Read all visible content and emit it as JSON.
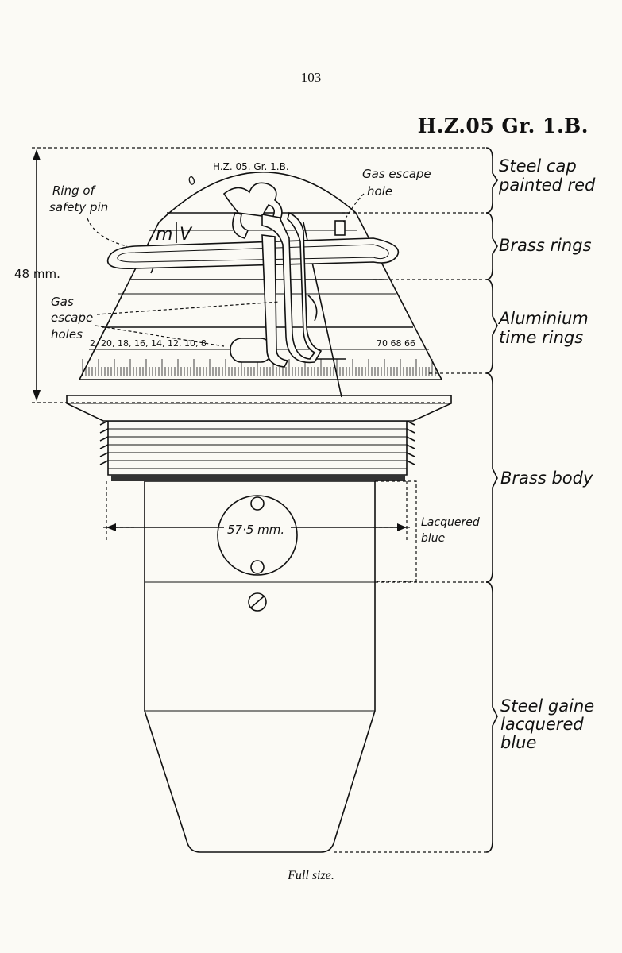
{
  "page": {
    "number": "103",
    "title": "H.Z.05 Gr. 1.B.",
    "caption": "Full size."
  },
  "diagram": {
    "cap_stamp": "H.Z. 05. Gr. 1.B.",
    "cap_zero": "0",
    "ring_marks": {
      "m": "m",
      "v": "V"
    },
    "scale_left": "2, 20, 18, 16, 14, 12, 10, 8",
    "scale_right": "70  68  66",
    "dimension_height": "48 mm.",
    "dimension_width": "57·5 mm.",
    "labels": {
      "ring_of_safety_pin": [
        "Ring of",
        "safety pin"
      ],
      "gas_escape_hole": [
        "Gas escape",
        "hole"
      ],
      "gas_escape_holes": [
        "Gas",
        "escape",
        "holes"
      ],
      "lacquered_blue": [
        "Lacquered",
        "blue"
      ]
    },
    "sections": {
      "steel_cap": [
        "Steel cap",
        "painted red"
      ],
      "brass_rings": [
        "Brass rings"
      ],
      "aluminium_time_rings": [
        "Aluminium",
        "time rings"
      ],
      "brass_body": [
        "Brass body"
      ],
      "steel_gaine": [
        "Steel gaine",
        "lacquered",
        "blue"
      ]
    }
  }
}
